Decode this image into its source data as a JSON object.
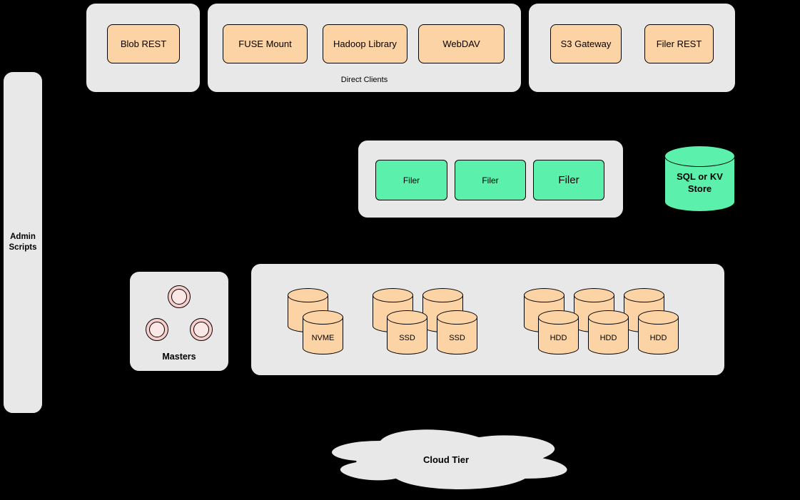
{
  "colors": {
    "background": "#000000",
    "panel": "#e8e8e8",
    "orange": "#fcd3a5",
    "green": "#5bf1ac",
    "pink": "#f8cecc",
    "pinklight": "#fbe7e6",
    "stroke": "#000000"
  },
  "top": {
    "blob_group": {
      "buttons": [
        {
          "label": "Blob REST"
        }
      ]
    },
    "clients_group": {
      "caption": "Direct Clients",
      "buttons": [
        {
          "label": "FUSE Mount"
        },
        {
          "label": "Hadoop Library"
        },
        {
          "label": "WebDAV"
        }
      ]
    },
    "gateway_group": {
      "buttons": [
        {
          "label": "S3 Gateway"
        },
        {
          "label": "Filer REST"
        }
      ]
    }
  },
  "admin_panel": {
    "label": "Admin Scripts"
  },
  "filer_panel": {
    "items": [
      {
        "label": "Filer"
      },
      {
        "label": "Filer"
      },
      {
        "label": "Filer"
      }
    ]
  },
  "metadata_store": {
    "label": "SQL or KV Store"
  },
  "masters_panel": {
    "label": "Masters"
  },
  "volume_panel": {
    "nvme": {
      "labels": [
        "NVME"
      ]
    },
    "ssd": {
      "labels": [
        "SSD",
        "SSD"
      ]
    },
    "hdd": {
      "labels": [
        "HDD",
        "HDD",
        "HDD"
      ]
    }
  },
  "cloud_tier": {
    "label": "Cloud Tier"
  }
}
